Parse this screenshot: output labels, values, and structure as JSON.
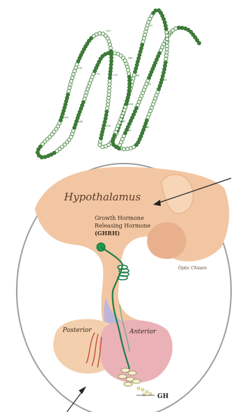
{
  "labels": {
    "hypothalamus": "Hypothalamus",
    "ghrh_line1": "Growth Hormone",
    "ghrh_line2": "Releasing Hormone",
    "ghrh_line3": "(GHRH)",
    "optic_chiasm": "Optic Chiasm",
    "posterior": "Posterior",
    "anterior": "Anterior",
    "gh": "GH"
  },
  "residue_labels": [
    "10",
    "20",
    "30",
    "40",
    "50",
    "60",
    "70",
    "80",
    "90",
    "100",
    "110",
    "120",
    "130",
    "140",
    "150",
    "160",
    "170",
    "180",
    "190"
  ],
  "colors": {
    "bead_dark": "#3e7f3a",
    "bead_light": "#e9f6e5",
    "bead_stroke": "#2e6a2b",
    "tissue": "#f2c6a2",
    "tissue_shade": "#e6ad86",
    "outline": "#9e9e9e",
    "stalk_blue": "#b8b4e0",
    "pituitary_pink": "#eab2b6",
    "vessel_red": "#c44e3c",
    "neuron_green": "#1f7f4a"
  }
}
